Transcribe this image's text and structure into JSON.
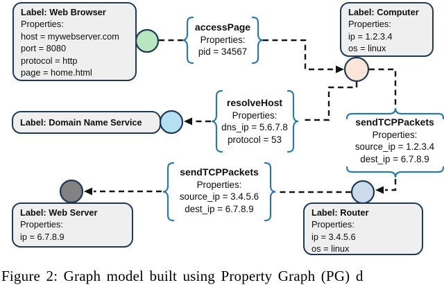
{
  "colors": {
    "box_fill": "#efefef",
    "box_border": "#1e3a52",
    "brace": "#2878a8",
    "edge_line": "#141414"
  },
  "nodes": [
    {
      "id": "web-browser",
      "label": "Label: Web Browser",
      "properties_heading": "Properties:",
      "properties": [
        "host = mywebserver.com",
        "port = 8080",
        "protocol = http",
        "page = home.html"
      ],
      "color": "#b8e6c0"
    },
    {
      "id": "computer",
      "label": "Label: Computer",
      "properties_heading": "Properties:",
      "properties": [
        "ip = 1.2.3.4",
        "os = linux"
      ],
      "color": "#fbe5d9"
    },
    {
      "id": "domain-name-service",
      "label": "Label: Domain Name Service",
      "color": "#b5dff2"
    },
    {
      "id": "web-server",
      "label": "Label: Web Server",
      "properties_heading": "Properties:",
      "properties": [
        "ip = 6.7.8.9"
      ],
      "color": "#828282"
    },
    {
      "id": "router",
      "label": "Label: Router",
      "properties_heading": "Properties:",
      "properties": [
        "ip = 3.4.5.6",
        "os = linux"
      ],
      "color": "#ccdcec"
    }
  ],
  "edges": [
    {
      "id": "accessPage",
      "name": "accessPage",
      "properties_heading": "Properties:",
      "properties": [
        "pid = 34567"
      ],
      "source": "web-browser",
      "target": "computer"
    },
    {
      "id": "resolveHost",
      "name": "resolveHost",
      "properties_heading": "Properties:",
      "properties": [
        "dns_ip = 5.6.7.8",
        "protocol = 53"
      ],
      "source": "computer",
      "target": "domain-name-service"
    },
    {
      "id": "sendTCPPackets-computer-router",
      "name": "sendTCPPackets",
      "properties_heading": "Properties:",
      "properties": [
        "source_ip = 1.2.3.4",
        "dest_ip = 6.7.8.9"
      ],
      "source": "computer",
      "target": "router"
    },
    {
      "id": "sendTCPPackets-router-webserver",
      "name": "sendTCPPackets",
      "properties_heading": "Properties:",
      "properties": [
        "source_ip = 3.4.5.6",
        "dest_ip = 6.7.8.9"
      ],
      "source": "router",
      "target": "web-server"
    }
  ],
  "caption": "Figure 2: Graph model built using Property Graph (PG) d"
}
